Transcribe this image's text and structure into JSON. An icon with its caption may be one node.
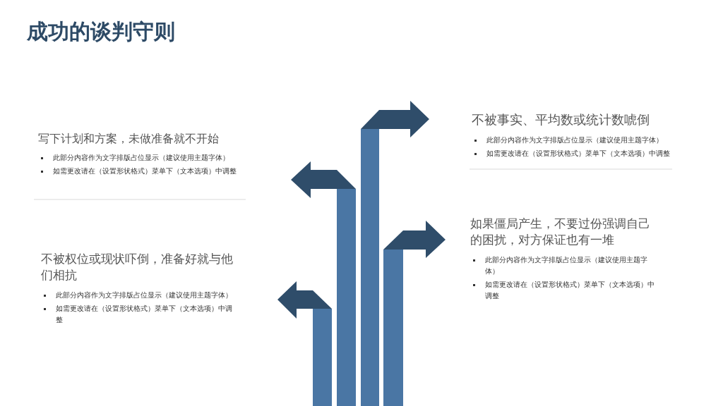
{
  "diagram": {
    "title": "成功的谈判守则",
    "labels": [
      "不被事实、平均数或统计数唬倒",
      "此部分内容作为文字排版占位显示（建议使用主题字体）",
      "如需更改请在（设置形状格式）菜单下（文本选项）中调整",
      "写下计划和方案，未做准备就不开始",
      "此部分内容作为文字排版占位显示（建议使用主题字体）",
      "如需更改请在（设置形状格式）菜单下（文本选项）中调整",
      "如果僵局产生，不要过份强调自己的困扰，对方保证也有一堆",
      "此部分内容作为文字排版占位显示（建议使用主题字体）",
      "如需更改请在（设置形状格式）菜单下（文本选项）中调整",
      "不被权位或现状吓倒，准备好就与他们相抗",
      "此部分内容作为文字排版占位显示（建议使用主题字体）",
      "如需更改请在（设置形状格式）菜单下（文本选项）中调整"
    ]
  }
}
